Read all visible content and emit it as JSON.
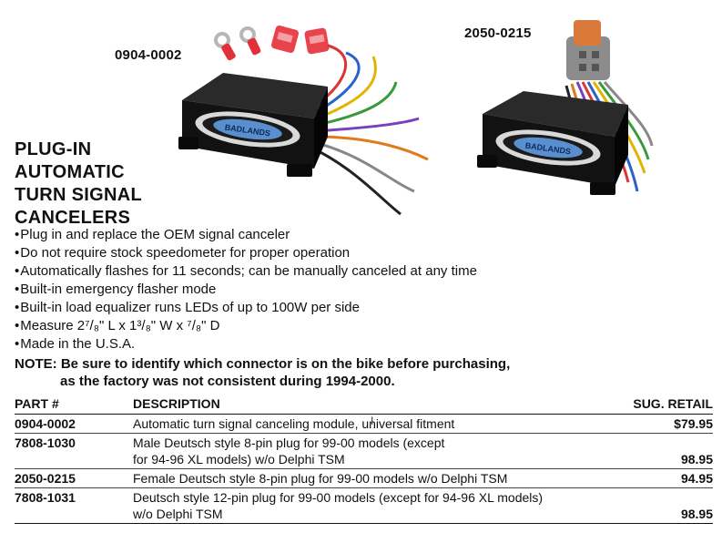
{
  "callouts": {
    "left_part": "0904-0002",
    "right_part": "2050-0215"
  },
  "module_logo_text": "BADLANDS",
  "title_lines": [
    "PLUG-IN",
    "AUTOMATIC",
    "TURN SIGNAL",
    "CANCELERS"
  ],
  "bullets": [
    "Plug in and replace the OEM signal canceler",
    "Do not require stock speedometer for proper operation",
    "Automatically flashes for 11 seconds; can be manually canceled at any time",
    "Built-in emergency flasher mode",
    "Built-in load equalizer runs LEDs of up to 100W per side",
    "Measure 2⁷/₈\" L x 1³/₈\" W x ⁷/₈\" D",
    "Made in the U.S.A."
  ],
  "note": {
    "line1": "NOTE: Be sure to identify which connector is on the bike before purchasing,",
    "line2": "as the factory was not consistent during 1994-2000."
  },
  "table": {
    "headers": {
      "part": "PART #",
      "description": "DESCRIPTION",
      "price": "SUG. RETAIL"
    },
    "rows": [
      {
        "part": "0904-0002",
        "description_lines": [
          "Automatic turn signal canceling module, universal fitment"
        ],
        "price": "$79.95"
      },
      {
        "part": "7808-1030",
        "description_lines": [
          "Male Deutsch style 8-pin plug for 99-00 models (except",
          "for 94-96 XL models) w/o Delphi TSM"
        ],
        "price": "98.95"
      },
      {
        "part": "2050-0215",
        "description_lines": [
          "Female Deutsch style 8-pin plug for 99-00 models w/o Delphi TSM"
        ],
        "price": "94.95"
      },
      {
        "part": "7808-1031",
        "description_lines": [
          "Deutsch style 12-pin plug for 99-00 models (except for 94-96 XL models)",
          "w/o Delphi TSM"
        ],
        "price": "98.95"
      }
    ]
  },
  "colors": {
    "module_body": "#121212",
    "logo_blue": "#5a8fcf",
    "connector_red": "#e0303a",
    "deutsch_orange": "#d97a3a"
  }
}
